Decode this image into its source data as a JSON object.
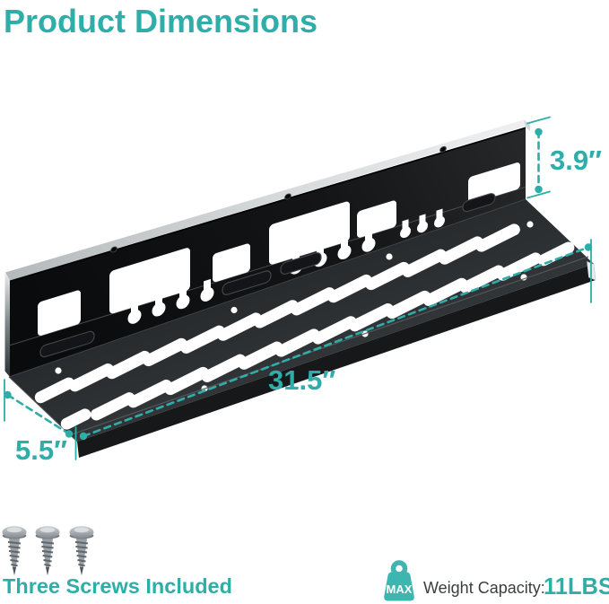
{
  "title": "Product Dimensions",
  "dimensions": {
    "height": "3.9″",
    "length": "31.5″",
    "depth": "5.5″"
  },
  "screws": {
    "count": 3,
    "caption": "Three Screws Included"
  },
  "weight_capacity": {
    "badge": "MAX",
    "label": "Weight Capacity:",
    "value": "11LBS"
  },
  "colors": {
    "accent": "#2fada8",
    "accent_light": "#3db6b0",
    "tray_dark": "#0d0e10",
    "label_dark": "#3a3d40"
  }
}
